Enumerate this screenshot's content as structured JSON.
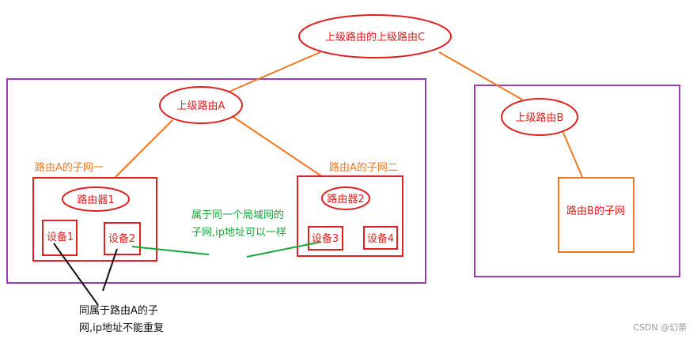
{
  "nodes": {
    "top_router": "上级路由的上级路由C",
    "router_a": "上级路由A",
    "router_b": "上级路由B",
    "router1": "路由器1",
    "router2": "路由器2",
    "device1": "设备1",
    "device2": "设备2",
    "device3": "设备3",
    "device4": "设备4",
    "subnet_b": "路由B的子网"
  },
  "labels": {
    "subnet_a1": "路由A的子网一",
    "subnet_a2": "路由A的子网二",
    "same_lan_line1": "属于同一个局域网的",
    "same_lan_line2": "子网,ip地址可以一样",
    "same_subnet_line1": "同属于路由A的子",
    "same_subnet_line2": "网,ip地址不能重复"
  },
  "watermark": "CSDN @幻荼",
  "colors": {
    "red": "#e02020",
    "orange": "#f07820",
    "purple": "#9b3fb0",
    "green": "#1aa83c",
    "black": "#111111"
  }
}
